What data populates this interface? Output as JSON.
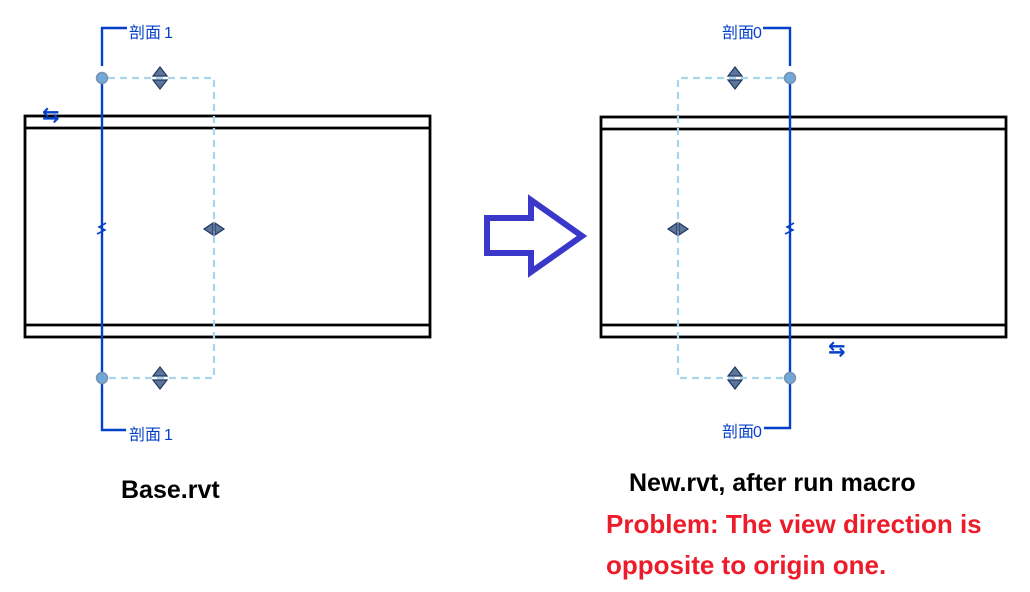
{
  "figure": {
    "left": {
      "section_label": "剖面",
      "section_number": "1",
      "caption": "Base.rvt"
    },
    "right": {
      "section_label": "剖面",
      "section_number": "0",
      "caption": "New.rvt, after run macro",
      "problem_line1": "Problem: The view direction is",
      "problem_line2": "opposite to origin one."
    },
    "icons": {
      "flip_section_glyph": "⇆"
    },
    "colors": {
      "section_line_blue": "#0540C8",
      "section_extent_dashed_blue": "#A9D6EA",
      "control_arrow_fill": "#5D7599",
      "control_arrow_border": "#1F3864",
      "grip_circle_fill": "#70A8DC",
      "big_arrow_blue": "#3A38CB",
      "problem_text_red": "#ED1C2B",
      "beam_line_black": "#000000"
    }
  }
}
